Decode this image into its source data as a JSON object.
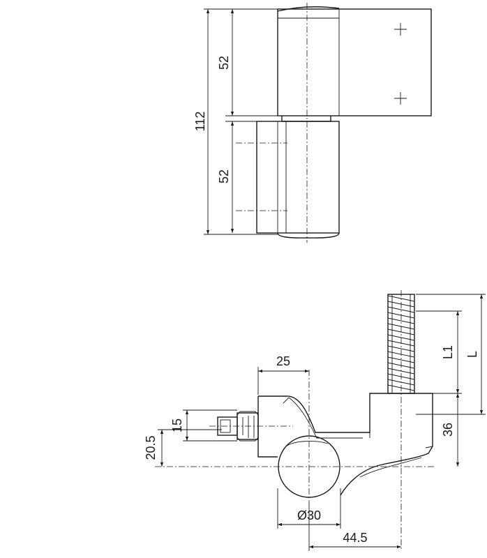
{
  "drawing": {
    "front_view": {
      "dims": {
        "total_height": "112",
        "upper_leaf_height": "52",
        "lower_leaf_height": "52"
      }
    },
    "top_view": {
      "dims": {
        "width_25": "25",
        "height_15": "15",
        "height_20_5": "20.5",
        "height_36": "36",
        "bolt_L1": "L1",
        "bolt_L": "L",
        "diameter": "Ø30",
        "offset_44_5": "44.5"
      }
    }
  }
}
